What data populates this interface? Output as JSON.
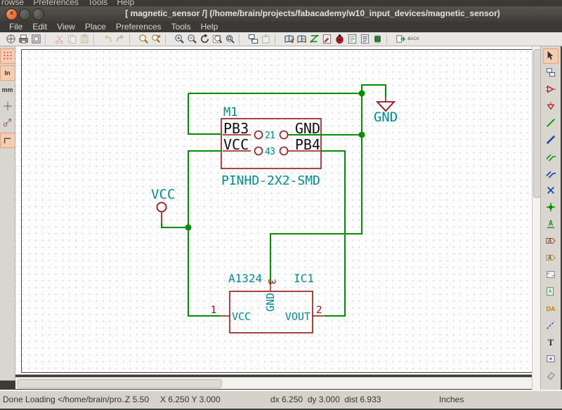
{
  "colors": {
    "wire_green": "#008f00",
    "symbol_red": "#991414",
    "field_teal": "#008f8f",
    "pin_name_black": "#111111",
    "canvas_white": "#fdfdfd",
    "chrome_dark": "#3c3b37",
    "active_button_salmon": "#f5cdb2"
  },
  "background_window": {
    "menu_fragment": "rowse    Preferences    Tools    Help"
  },
  "titlebar": {
    "title": "[ magnetic_sensor /] (/home/brain/projects/fabacademy/w10_input_devices/magnetic_sensor)"
  },
  "menubar": {
    "items": {
      "file": "File",
      "edit": "Edit",
      "view": "View",
      "place": "Place",
      "preferences": "Preferences",
      "tools": "Tools",
      "help": "Help"
    }
  },
  "toolbar": {
    "back_label": "BACK"
  },
  "left_toolbar": {
    "inches_label": "In",
    "mm_label": "mm"
  },
  "right_toolbar": {
    "label_letter": "A",
    "pin_label": "DA",
    "text_label": "T"
  },
  "icons": {
    "top": [
      "save-icon",
      "print-icon",
      "page-settings-icon",
      "cut-icon",
      "copy-icon",
      "paste-icon",
      "undo-icon",
      "redo-icon",
      "find-icon",
      "find-replace-icon",
      "zoom-in-icon",
      "zoom-out-icon",
      "redraw-icon",
      "zoom-fit-icon",
      "zoom-selection-icon",
      "hierarchy-icon",
      "leave-sheet-icon",
      "library-editor-icon",
      "library-browser-icon",
      "run-cvpcb-icon",
      "annotate-icon",
      "erc-icon",
      "netlist-icon",
      "bom-icon",
      "assign-footprints-icon",
      "export-pcbnew-icon",
      "back-annotate-icon"
    ],
    "right": [
      "cursor-icon",
      "hierarchy-nav-icon",
      "place-component-icon",
      "place-power-icon",
      "place-wire-icon",
      "place-bus-icon",
      "wire-entry-icon",
      "bus-entry-icon",
      "no-connect-icon",
      "place-junction-icon",
      "net-label-icon",
      "global-label-icon",
      "hierarchical-label-icon",
      "hierarchical-sheet-icon",
      "import-sheet-pin-icon",
      "place-sheet-pin-icon",
      "graphic-line-icon",
      "text-icon",
      "image-icon",
      "delete-icon"
    ],
    "left": [
      "grid-icon",
      "units-inch-icon",
      "units-mm-icon",
      "cursor-shape-icon",
      "hidden-pins-icon",
      "hv-orientation-icon"
    ]
  },
  "schematic": {
    "m1": {
      "reference": "M1",
      "value": "PINHD-2X2-SMD",
      "pin_names": {
        "top_left": "PB3",
        "top_right": "GND",
        "bottom_left": "VCC",
        "bottom_right": "PB4"
      },
      "pin_digits": [
        "2",
        "1",
        "4",
        "3"
      ]
    },
    "ic1": {
      "reference": "IC1",
      "value": "A1324",
      "pin_numbers": {
        "vcc": "1",
        "vout": "2",
        "gnd": "3"
      },
      "pin_names": {
        "vcc": "VCC",
        "vout": "VOUT",
        "gnd": "GND"
      }
    },
    "power_labels": {
      "gnd": "GND",
      "vcc": "VCC"
    }
  },
  "statusbar": {
    "message": "Done Loading </home/brain/pro...",
    "zoom": "Z 5.50",
    "position": "X 6.250 Y 3.000",
    "delta": "dx 6.250  dy 3.000  dist 6.933",
    "units": "Inches"
  }
}
